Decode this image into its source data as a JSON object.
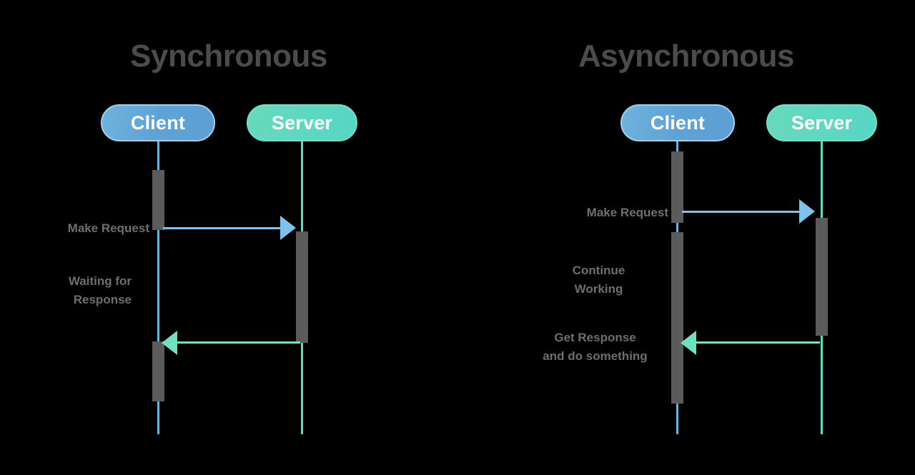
{
  "diagram": {
    "type": "sequence-diagram",
    "background_color": "#000000",
    "title_color": "#4b4b4b",
    "caption_color": "#6e6e6e",
    "activation_color": "#5b5b5b",
    "client_color": "#63b6e0",
    "server_color": "#5fdcc2"
  },
  "panels": [
    {
      "id": "synchronous",
      "title": "Synchronous",
      "actors": [
        {
          "id": "client",
          "label": "Client",
          "kind": "client"
        },
        {
          "id": "server",
          "label": "Server",
          "kind": "server"
        }
      ],
      "messages": [
        {
          "id": "request",
          "label": "Make Request",
          "from": "client",
          "to": "server",
          "direction": "right"
        },
        {
          "id": "waiting",
          "label": "Waiting for\nResponse",
          "from": "client",
          "to": "client",
          "direction": "none"
        },
        {
          "id": "response",
          "label": "",
          "from": "server",
          "to": "client",
          "direction": "left"
        }
      ]
    },
    {
      "id": "asynchronous",
      "title": "Asynchronous",
      "actors": [
        {
          "id": "client",
          "label": "Client",
          "kind": "client"
        },
        {
          "id": "server",
          "label": "Server",
          "kind": "server"
        }
      ],
      "messages": [
        {
          "id": "request",
          "label": "Make Request",
          "from": "client",
          "to": "server",
          "direction": "right"
        },
        {
          "id": "working",
          "label": "Continue\nWorking",
          "from": "client",
          "to": "client",
          "direction": "none"
        },
        {
          "id": "response",
          "label": "Get Response\nand do something",
          "from": "server",
          "to": "client",
          "direction": "left"
        }
      ]
    }
  ]
}
